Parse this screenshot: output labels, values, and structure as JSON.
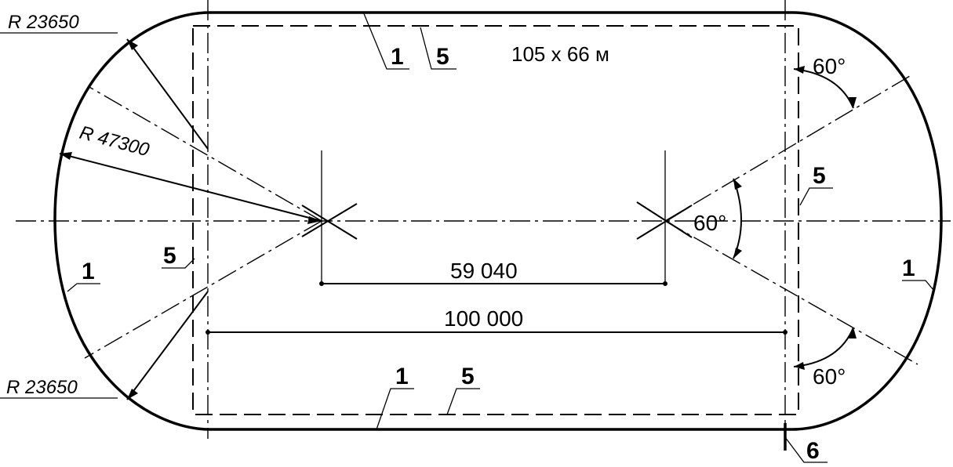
{
  "radius_labels": {
    "top": "R 23650",
    "inner": "R 47300",
    "bottom": "R 23650"
  },
  "field_size": "105 x 66 м",
  "dimensions": {
    "centers": "59 040",
    "overall": "100 000"
  },
  "angles": {
    "top_right": "60°",
    "middle_right": "60°",
    "bottom_right": "60°"
  },
  "callouts": {
    "top_1": "1",
    "top_5": "5",
    "right_5": "5",
    "left_5": "5",
    "left_1": "1",
    "right_1": "1",
    "bottom_1": "1",
    "bottom_5": "5",
    "bottom_6": "6"
  }
}
